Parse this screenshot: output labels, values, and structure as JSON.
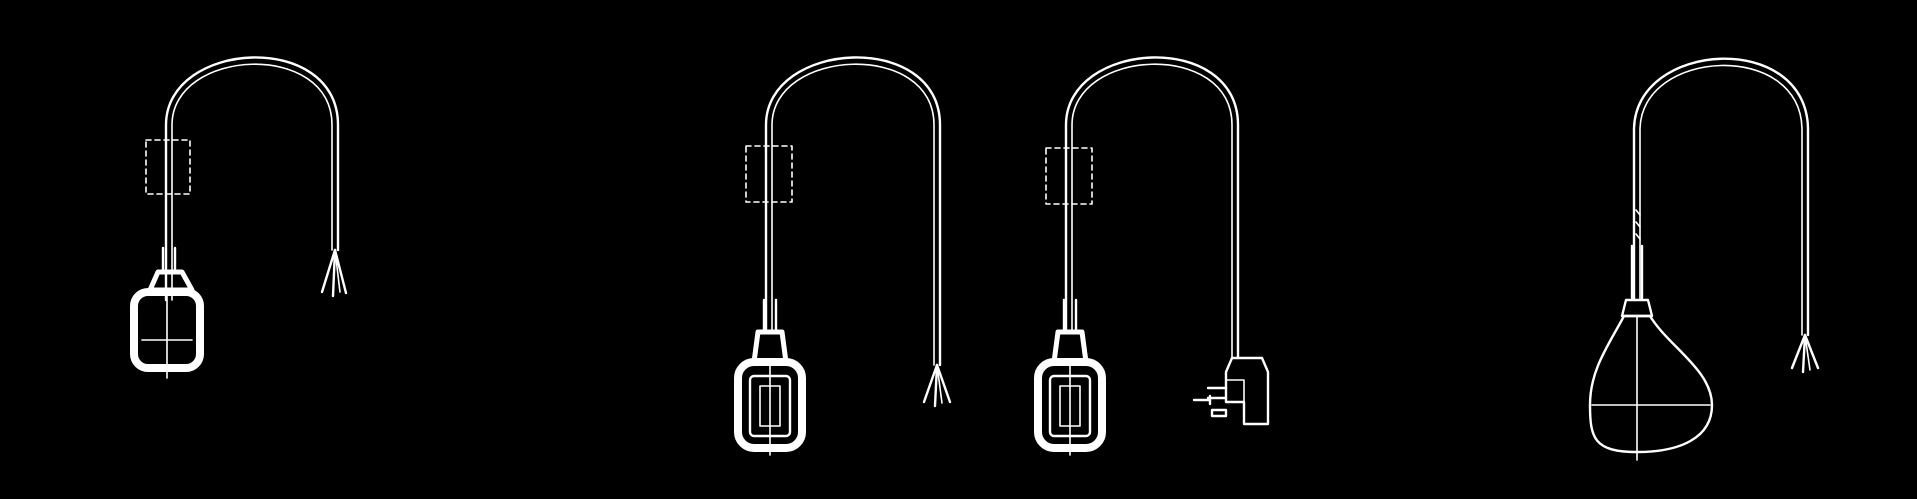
{
  "figure": {
    "background": "#000000",
    "line_color": "#ffffff",
    "switches": [
      {
        "id": "switch-1",
        "float_shape": "rounded-rectangle",
        "cable_end": "bare-wires"
      },
      {
        "id": "switch-2",
        "float_shape": "framed-rectangle",
        "cable_end": "bare-wires"
      },
      {
        "id": "switch-3",
        "float_shape": "framed-rectangle",
        "cable_end": "plug"
      },
      {
        "id": "switch-4",
        "float_shape": "pear",
        "cable_end": "bare-wires"
      }
    ]
  }
}
